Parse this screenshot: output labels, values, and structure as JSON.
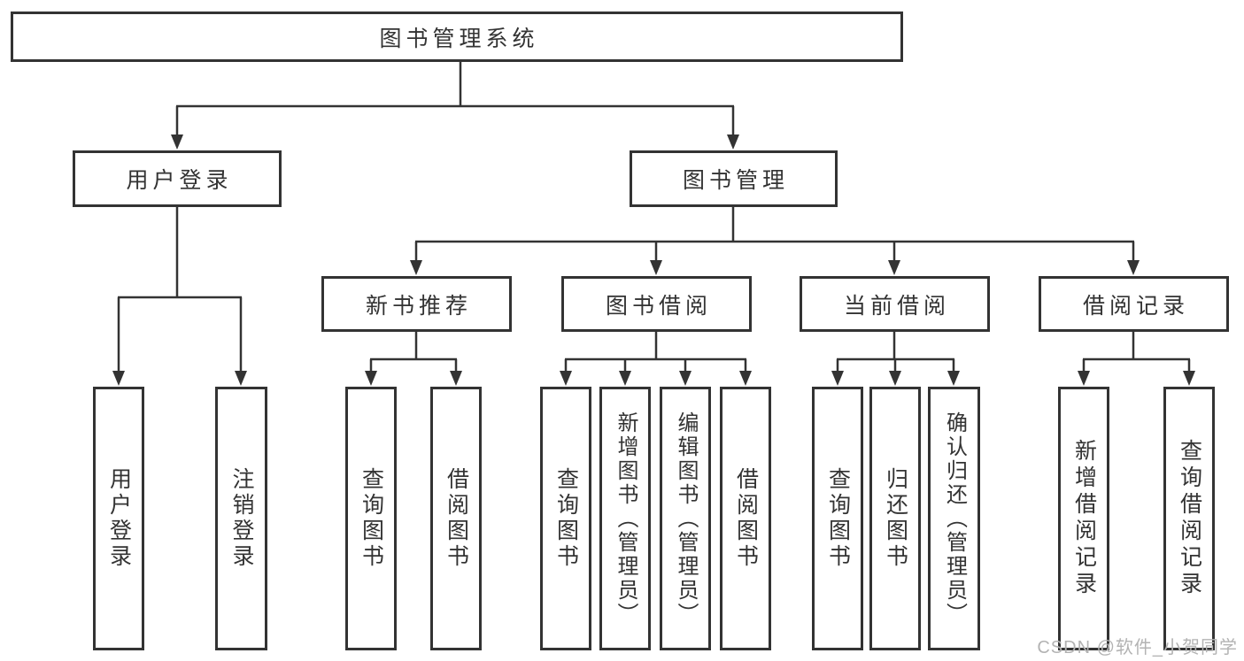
{
  "diagram_title": "图书管理系统",
  "tree": {
    "label": "图书管理系统",
    "children": [
      {
        "label": "用户登录",
        "children": [
          {
            "label": "用户登录"
          },
          {
            "label": "注销登录"
          }
        ]
      },
      {
        "label": "图书管理",
        "children": [
          {
            "label": "新书推荐",
            "children": [
              {
                "label": "查询图书"
              },
              {
                "label": "借阅图书"
              }
            ]
          },
          {
            "label": "图书借阅",
            "children": [
              {
                "label": "查询图书"
              },
              {
                "label": "新增图书（管理员）"
              },
              {
                "label": "编辑图书（管理员）"
              },
              {
                "label": "借阅图书"
              }
            ]
          },
          {
            "label": "当前借阅",
            "children": [
              {
                "label": "查询图书"
              },
              {
                "label": "归还图书"
              },
              {
                "label": "确认归还（管理员）"
              }
            ]
          },
          {
            "label": "借阅记录",
            "children": [
              {
                "label": "新增借阅记录"
              },
              {
                "label": "查询借阅记录"
              }
            ]
          }
        ]
      }
    ]
  },
  "watermark": "CSDN @软件_小贺同学",
  "colors": {
    "line": "#333333",
    "text": "#333333",
    "box_background": "#ffffff",
    "watermark": "#b3b3b3",
    "background": "#ffffff"
  }
}
